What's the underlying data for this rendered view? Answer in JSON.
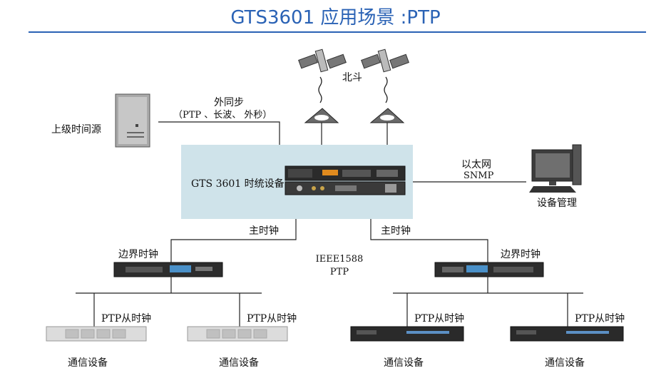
{
  "title": "GTS3601 应用场景 :PTP",
  "labels": {
    "beidou": "北斗",
    "upstream_source": "上级时间源",
    "ext_sync": "外同步",
    "ext_sync_detail": "（PTP 、长波、 外秒）",
    "device": "GTS 3601 时统设备",
    "ethernet": "以太网",
    "snmp": "SNMP",
    "device_mgmt": "设备管理",
    "master_left": "主时钟",
    "master_right": "主时钟",
    "boundary_left": "边界时钟",
    "boundary_right": "边界时钟",
    "ieee": "IEEE1588",
    "ptp": "PTP",
    "slave_1": "PTP从时钟",
    "slave_2": "PTP从时钟",
    "slave_3": "PTP从时钟",
    "slave_4": "PTP从时钟",
    "comm_1": "通信设备",
    "comm_2": "通信设备",
    "comm_3": "通信设备",
    "comm_4": "通信设备"
  }
}
